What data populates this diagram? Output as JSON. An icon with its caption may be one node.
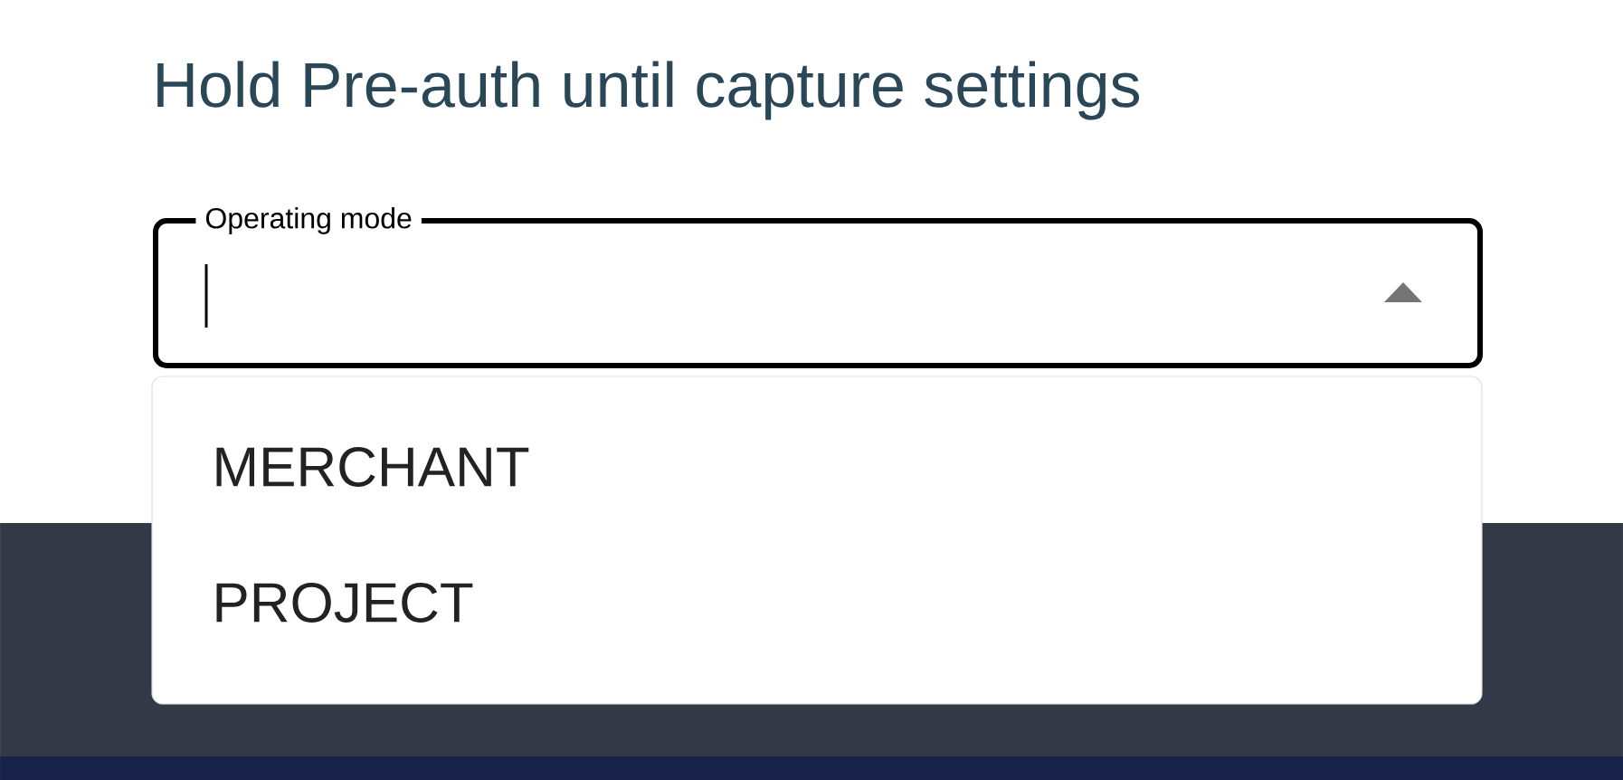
{
  "diagram": {
    "title": "Hold Pre-auth until capture settings",
    "nodes": [
      {
        "text": [
          "Operating mode"
        ]
      },
      {
        "text": [
          "MERCHANT",
          "PROJECT"
        ]
      }
    ]
  }
}
